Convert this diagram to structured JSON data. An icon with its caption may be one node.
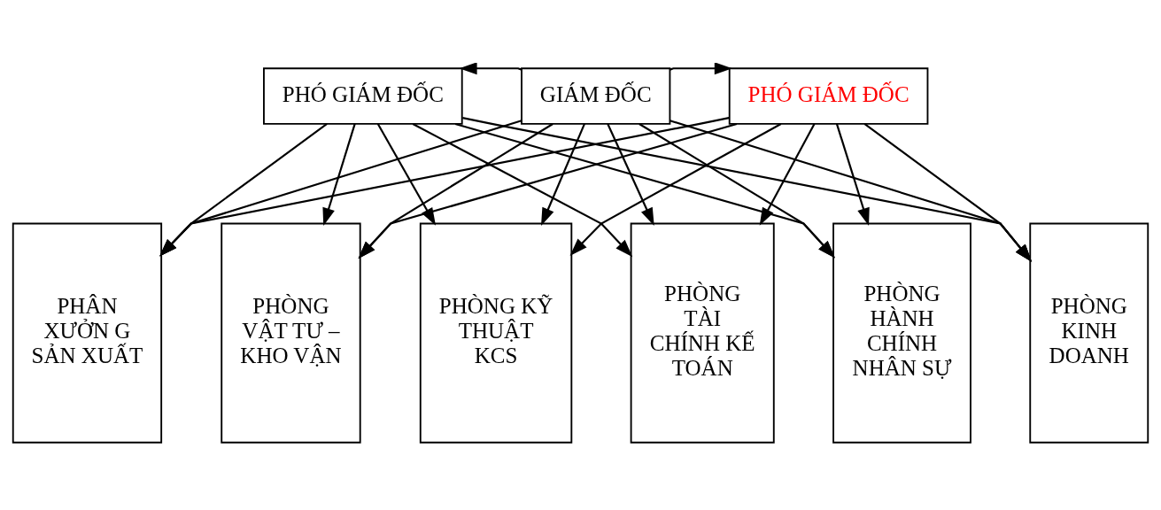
{
  "diagram": {
    "nodes": [
      {
        "text": [
          "PHÓ GIÁM ĐỐC"
        ]
      },
      {
        "text": [
          "GIÁM ĐỐC"
        ]
      },
      {
        "text": [
          "PHÓ GIÁM ĐỐC"
        ]
      },
      {
        "text": [
          "PHÂN XƯỞN G SẢN XUẤT"
        ]
      },
      {
        "text": [
          "PHÒNG VẬT TƯ – KHO VẬN"
        ]
      },
      {
        "text": [
          "PHÒNG KỸ THUẬT KCS"
        ]
      },
      {
        "text": [
          "PHÒNG TÀI CHÍNH KẾ TOÁN"
        ]
      },
      {
        "text": [
          "PHÒNG HÀNH CHÍNH NHÂN SỰ"
        ]
      },
      {
        "text": [
          "PHÒNG KINH DOANH"
        ]
      }
    ],
    "edges": [
      {
        "from": 1,
        "to": 0,
        "arrow": "to"
      },
      {
        "from": 1,
        "to": 2,
        "arrow": "to"
      },
      {
        "from": 0,
        "to": 3,
        "arrow": "to"
      },
      {
        "from": 0,
        "to": 4,
        "arrow": "to"
      },
      {
        "from": 0,
        "to": 5,
        "arrow": "to"
      },
      {
        "from": 0,
        "to": 6,
        "arrow": "to"
      },
      {
        "from": 0,
        "to": 7,
        "arrow": "to"
      },
      {
        "from": 0,
        "to": 8,
        "arrow": "to"
      },
      {
        "from": 1,
        "to": 3,
        "arrow": "to"
      },
      {
        "from": 1,
        "to": 4,
        "arrow": "to"
      },
      {
        "from": 1,
        "to": 5,
        "arrow": "to"
      },
      {
        "from": 1,
        "to": 6,
        "arrow": "to"
      },
      {
        "from": 1,
        "to": 7,
        "arrow": "to"
      },
      {
        "from": 1,
        "to": 8,
        "arrow": "to"
      },
      {
        "from": 2,
        "to": 3,
        "arrow": "to"
      },
      {
        "from": 2,
        "to": 4,
        "arrow": "to"
      },
      {
        "from": 2,
        "to": 5,
        "arrow": "to"
      },
      {
        "from": 2,
        "to": 6,
        "arrow": "to"
      },
      {
        "from": 2,
        "to": 7,
        "arrow": "to"
      },
      {
        "from": 2,
        "to": 8,
        "arrow": "to"
      }
    ]
  }
}
